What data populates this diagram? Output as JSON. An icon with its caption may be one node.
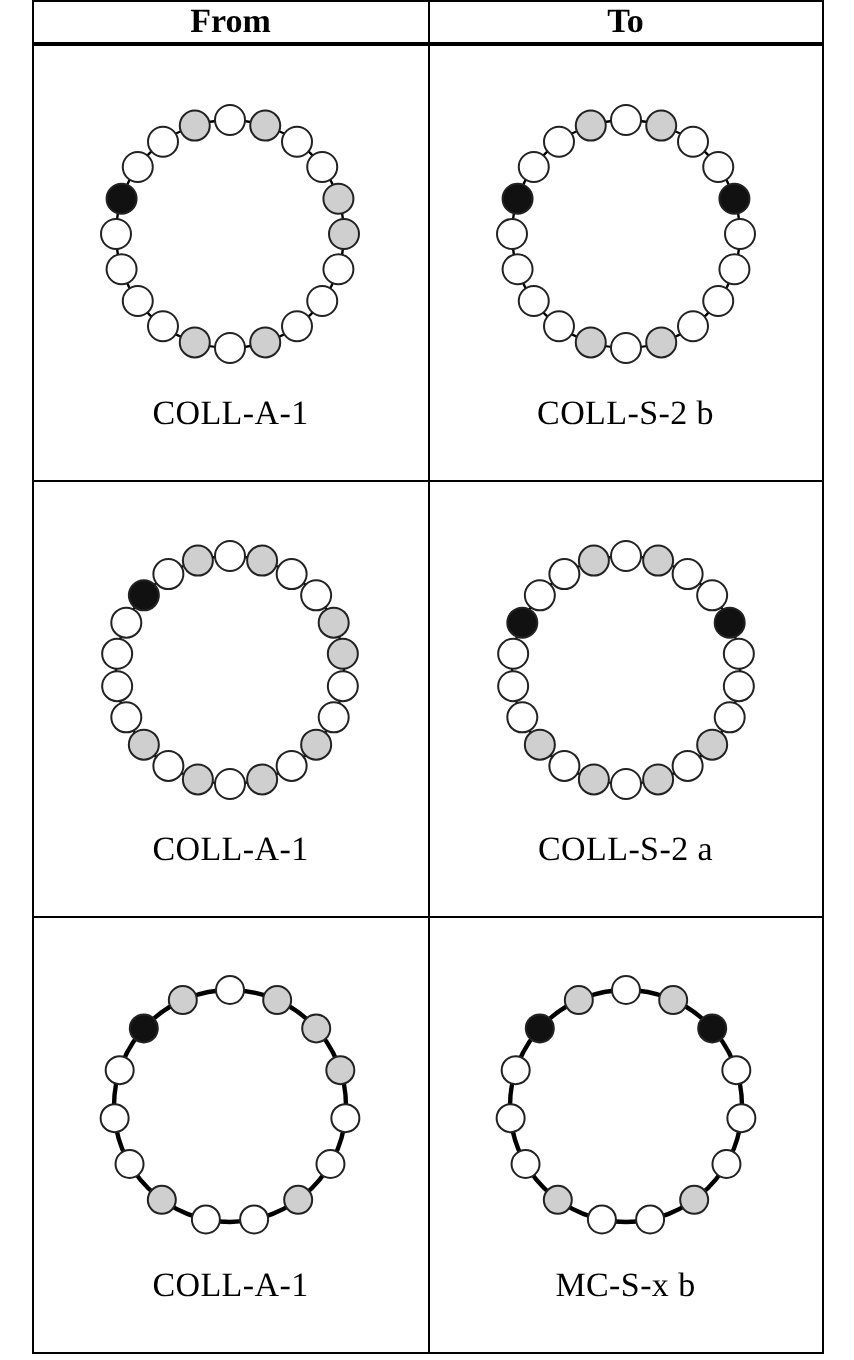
{
  "diagram": {
    "labels": [
      "From",
      "To",
      "COLL-A-1",
      "COLL-S-2 b",
      "COLL-A-1",
      "COLL-S-2 a",
      "COLL-A-1",
      "MC-S-x b"
    ]
  }
}
